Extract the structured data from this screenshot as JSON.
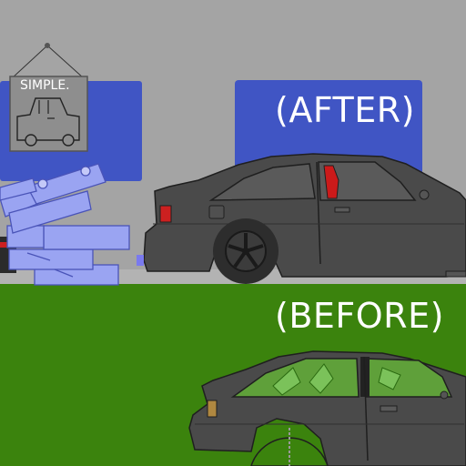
{
  "labels": {
    "after": "(AFTER)",
    "before": "(BEFORE)",
    "poster": "SIMPLE."
  },
  "colors": {
    "wall": "#a4a4a4",
    "floor_strip": "#b5b5b5",
    "banner_blue": "#4055c4",
    "grass": "#3b830d",
    "car_body": "#4a4a4a",
    "car_outline": "#1f1f1f",
    "seat_red": "#cc1a1a",
    "tail_light": "#cc2020",
    "scrap_blue": "#9aa4f2",
    "poster_bg": "#8e8e8e"
  }
}
